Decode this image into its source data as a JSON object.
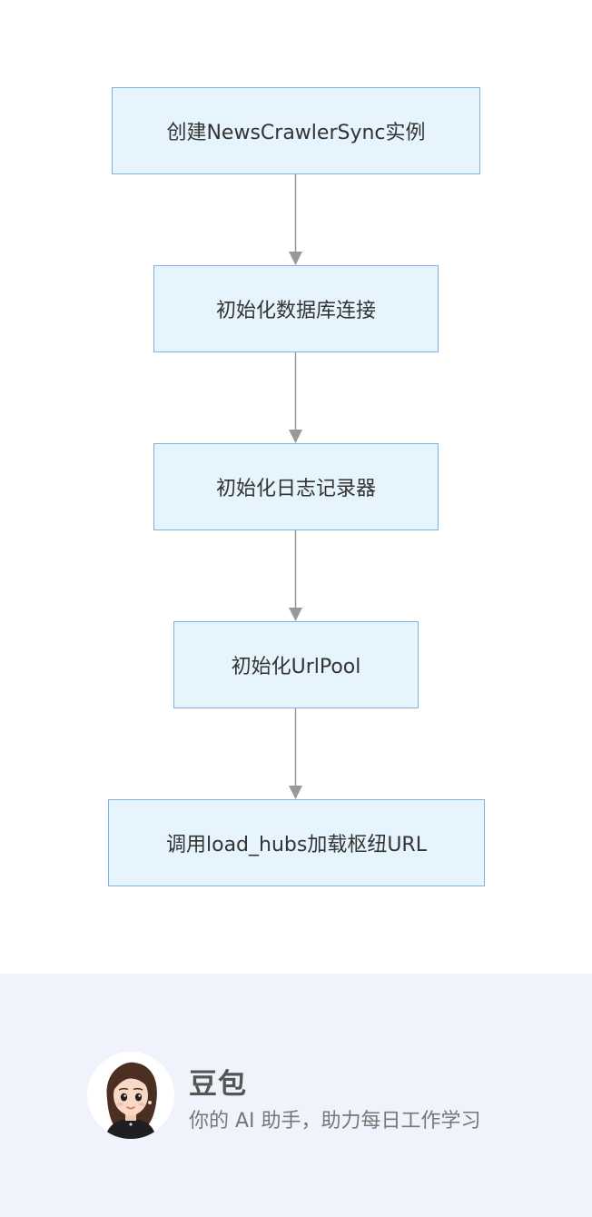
{
  "diagram": {
    "nodes": [
      {
        "id": "n1",
        "label": "创建NewsCrawlerSync实例"
      },
      {
        "id": "n2",
        "label": "初始化数据库连接"
      },
      {
        "id": "n3",
        "label": "初始化日志记录器"
      },
      {
        "id": "n4",
        "label": "初始化UrlPool"
      },
      {
        "id": "n5",
        "label": "调用load_hubs加载枢纽URL"
      }
    ],
    "edges": [
      {
        "from": "n1",
        "to": "n2"
      },
      {
        "from": "n2",
        "to": "n3"
      },
      {
        "from": "n3",
        "to": "n4"
      },
      {
        "from": "n4",
        "to": "n5"
      }
    ],
    "colors": {
      "node_fill": "#e6f4fd",
      "node_border": "#7fb0e6",
      "edge": "#999999",
      "text": "#333333"
    }
  },
  "footer": {
    "brand_name": "豆包",
    "tagline": "你的 AI 助手，助力每日工作学习",
    "background": "#f0f3fb",
    "avatar_icon": "avatar-girl-icon"
  }
}
